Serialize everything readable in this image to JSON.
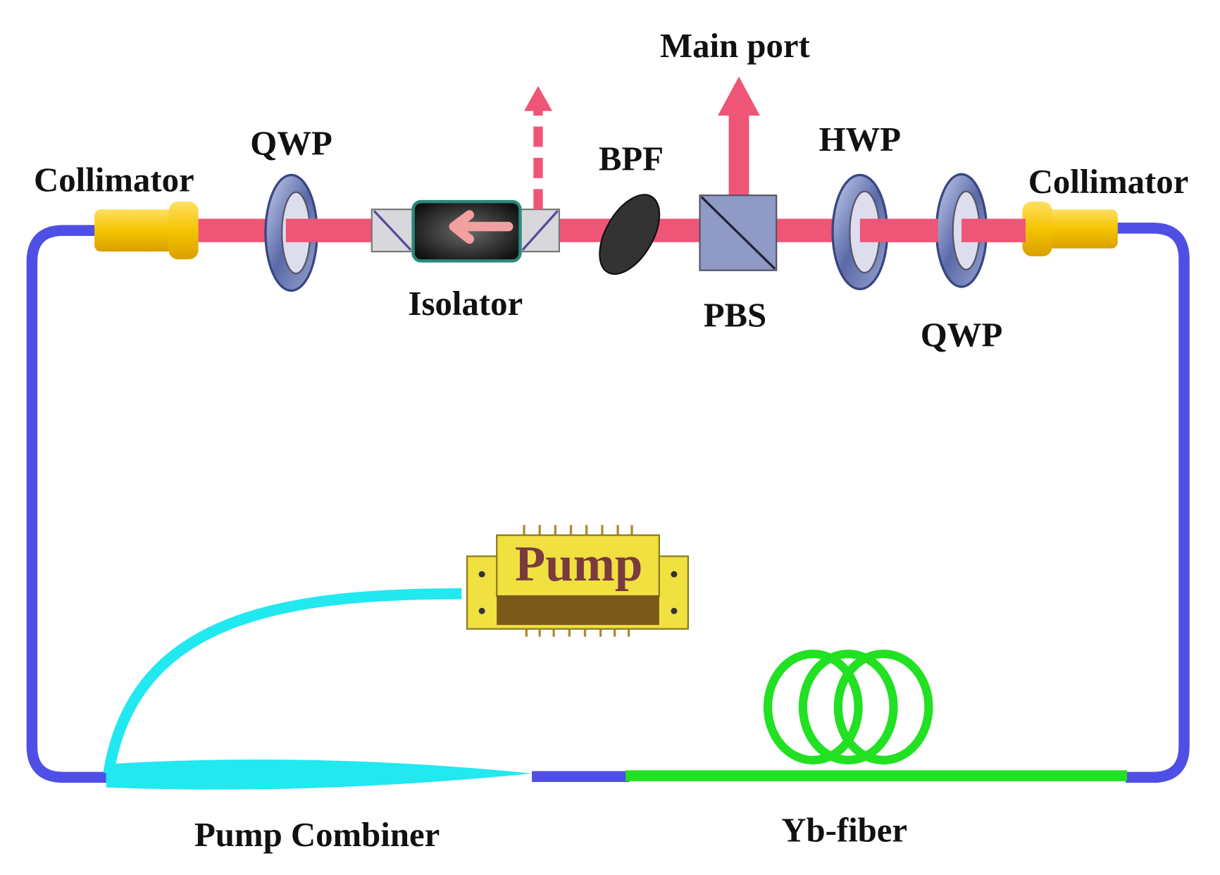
{
  "labels": {
    "collimator_left": "Collimator",
    "qwp_left": "QWP",
    "isolator": "Isolator",
    "bpf": "BPF",
    "main_port": "Main port",
    "hwp": "HWP",
    "pbs": "PBS",
    "qwp_right": "QWP",
    "collimator_right": "Collimator",
    "pump": "Pump",
    "pump_combiner": "Pump Combiner",
    "yb_fiber": "Yb-fiber"
  },
  "colors": {
    "fiber": "#4f4fe6",
    "beam": "#ee5577",
    "collimator": "#f5c400",
    "pump_fiber": "#22e8f0",
    "gain_fiber": "#22e022",
    "pump_body": "#f0e040",
    "pump_base": "#7a5a1a"
  }
}
